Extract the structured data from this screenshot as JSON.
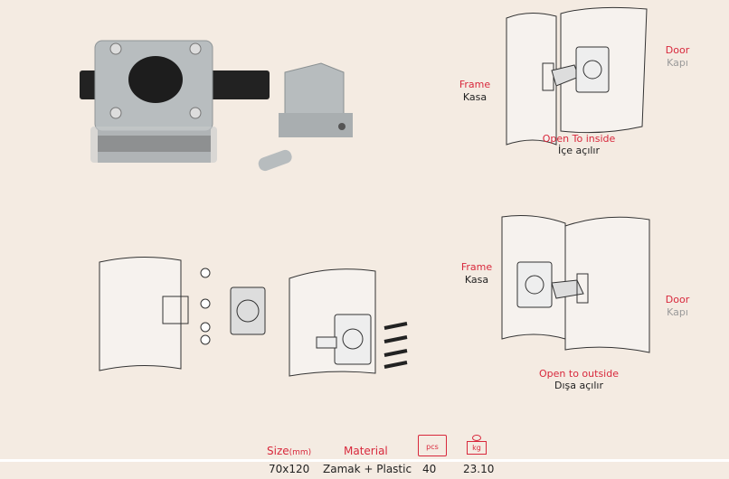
{
  "diagram_inside": {
    "frame_en": "Frame",
    "frame_tr": "Kasa",
    "door_en": "Door",
    "door_tr": "Kapı",
    "caption_en": "Open To inside",
    "caption_tr": "İçe açılır"
  },
  "diagram_outside": {
    "frame_en": "Frame",
    "frame_tr": "Kasa",
    "door_en": "Door",
    "door_tr": "Kapı",
    "caption_en": "Open to outside",
    "caption_tr": "Dışa açılır"
  },
  "specs": {
    "size_label": "Size",
    "size_unit": "(mm)",
    "material_label": "Material",
    "pcs_icon_label": "pcs",
    "kg_icon_label": "kg",
    "size": "70x120",
    "material": "Zamak + Plastic",
    "pcs": "40",
    "kg": "23.10"
  },
  "colors": {
    "accent": "#d8283c",
    "background": "#f4ebe2"
  }
}
